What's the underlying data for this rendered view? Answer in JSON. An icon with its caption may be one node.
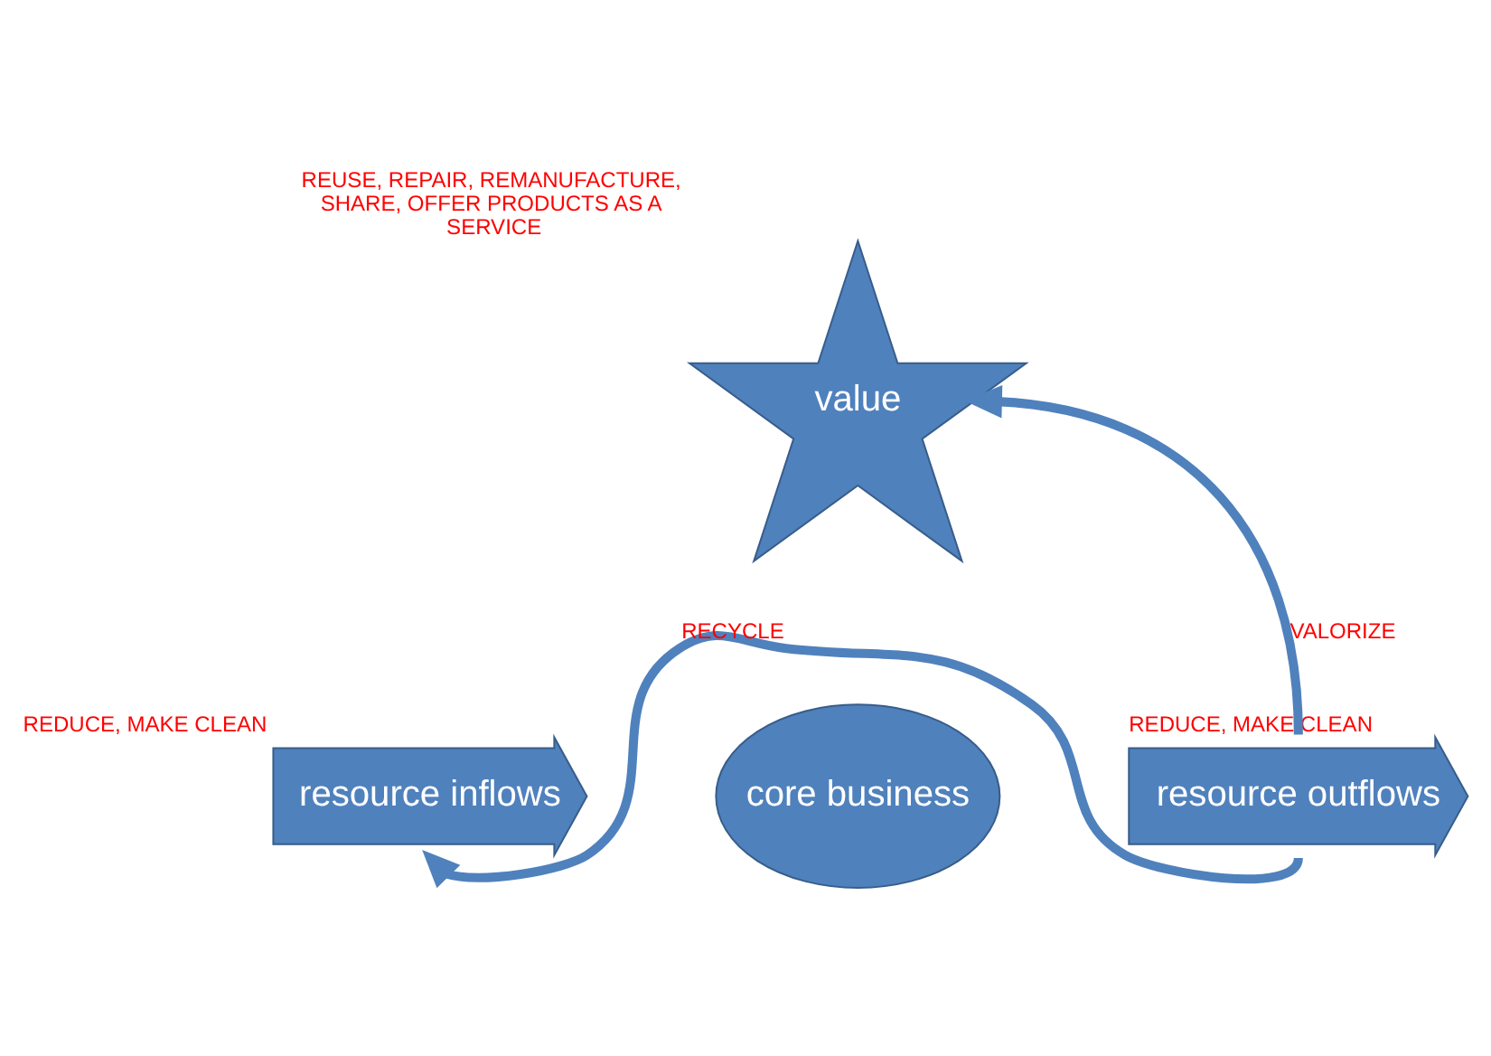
{
  "diagram": {
    "nodes": [
      {
        "text": [
          "value"
        ],
        "beside": [
          "REUSE, REPAIR, REMANUFACTURE, SHARE, OFFER PRODUCTS AS A SERVICE"
        ]
      },
      {
        "text": [
          "resource inflows"
        ],
        "beside": [
          "REDUCE, MAKE CLEAN"
        ]
      },
      {
        "text": [
          "core business"
        ]
      },
      {
        "text": [
          "resource outflows"
        ],
        "beside": [
          "REDUCE, MAKE CLEAN"
        ]
      }
    ],
    "edges": [
      {
        "from": 3,
        "to": 0,
        "arrow": "to",
        "label": "VALORIZE"
      },
      {
        "from": 3,
        "to": 1,
        "arrow": "to",
        "label": "RECYCLE"
      }
    ]
  }
}
